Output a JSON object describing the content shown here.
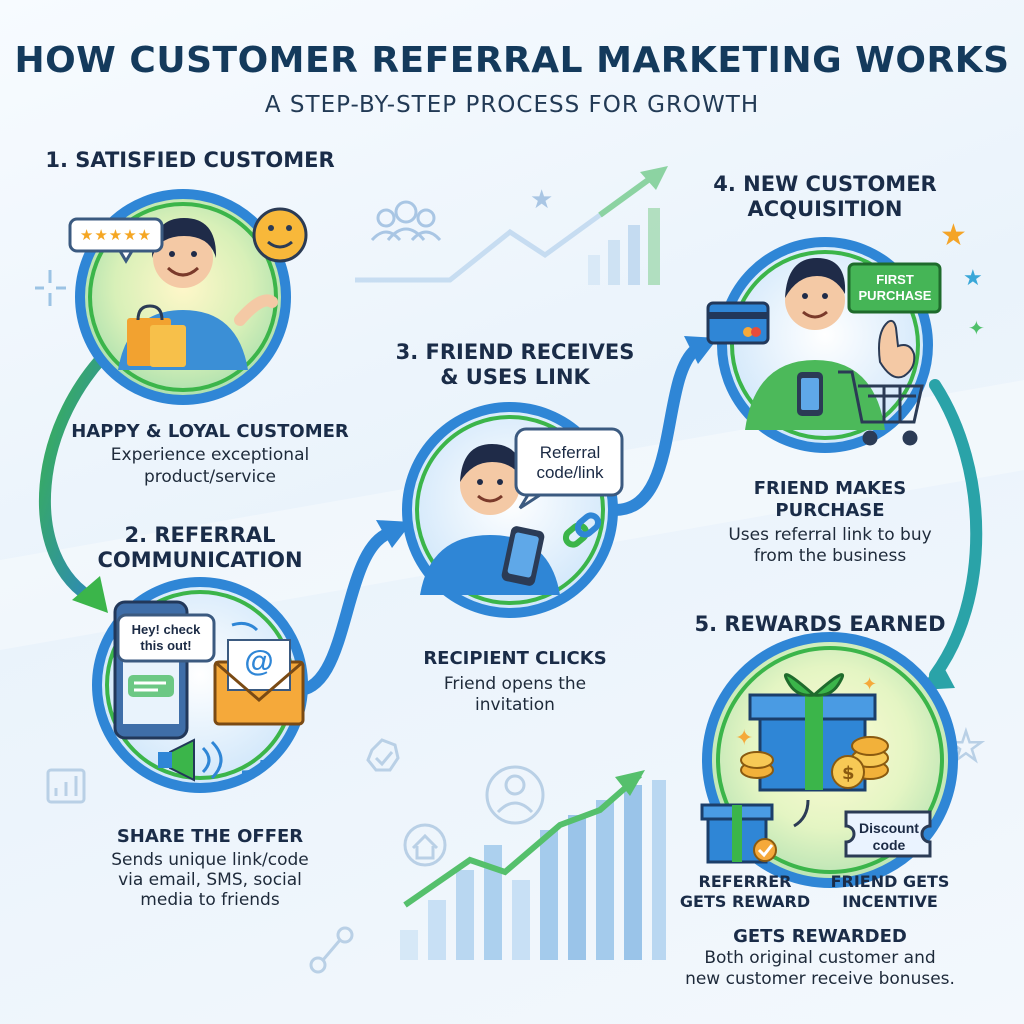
{
  "title": "HOW CUSTOMER REFERRAL MARKETING WORKS",
  "subtitle": "A STEP-BY-STEP PROCESS FOR GROWTH",
  "steps": [
    {
      "heading": "1. SATISFIED CUSTOMER",
      "caption": "HAPPY & LOYAL CUSTOMER",
      "desc1": "Experience exceptional",
      "desc2": "product/service"
    },
    {
      "heading1": "2. REFERRAL",
      "heading2": "COMMUNICATION",
      "caption": "SHARE THE OFFER",
      "desc1": "Sends unique link/code",
      "desc2": "via email, SMS, social",
      "desc3": "media to friends"
    },
    {
      "heading1": "3. FRIEND RECEIVES",
      "heading2": "& USES LINK",
      "caption": "RECIPIENT CLICKS",
      "desc1": "Friend opens the",
      "desc2": "invitation"
    },
    {
      "heading1": "4. NEW CUSTOMER",
      "heading2": "ACQUISITION",
      "caption1": "FRIEND MAKES",
      "caption2": "PURCHASE",
      "desc1": "Uses referral link to buy",
      "desc2": "from the business"
    },
    {
      "heading": "5. REWARDS EARNED",
      "caption": "GETS REWARDED",
      "desc1": "Both original customer and",
      "desc2": "new customer receive bonuses."
    }
  ],
  "bubbles": {
    "sms": "Hey! check this out!",
    "referral": "Referral code/link",
    "first_purchase": "FIRST PURCHASE",
    "discount": "Discount code",
    "email_symbol": "@",
    "stars": "★★★★★"
  },
  "rewards": {
    "referrer1": "REFERRER",
    "referrer2": "GETS REWARD",
    "friend1": "FRIEND GETS",
    "friend2": "INCENTIVE"
  },
  "colors": {
    "title": "#143a5c",
    "green": "#3bb54a",
    "blue": "#2f86d6",
    "teal": "#2a9fb5"
  }
}
